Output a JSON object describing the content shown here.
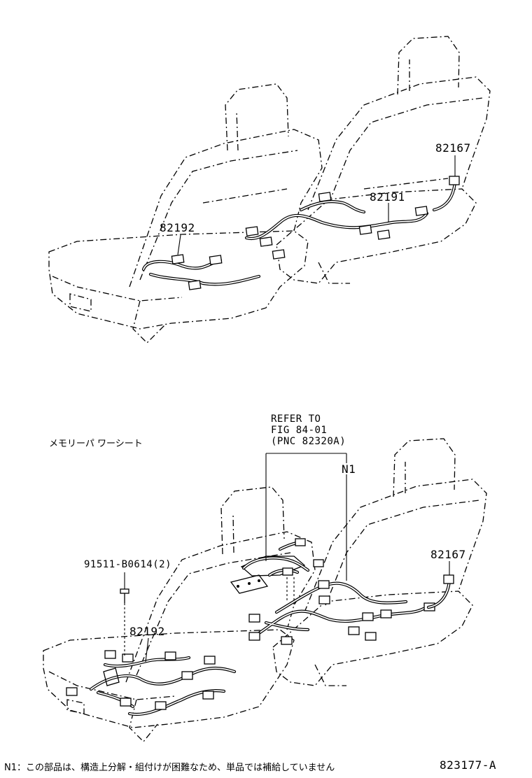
{
  "upper_figure": {
    "callouts": [
      "82192",
      "82191",
      "82167"
    ]
  },
  "lower_figure": {
    "title_jp": "メモリーパ ワーシート",
    "refer": {
      "line1": "REFER TO",
      "line2": "FIG 84-01",
      "line3": "(PNC 82320A)"
    },
    "note_marker": "N1",
    "callouts": [
      "91511-B0614(2)",
      "82192",
      "82167"
    ]
  },
  "footer": {
    "note": "N1：この部品は、構造上分解・組付けが困難なため、単品では補給していません",
    "figure_id": "823177-A"
  }
}
